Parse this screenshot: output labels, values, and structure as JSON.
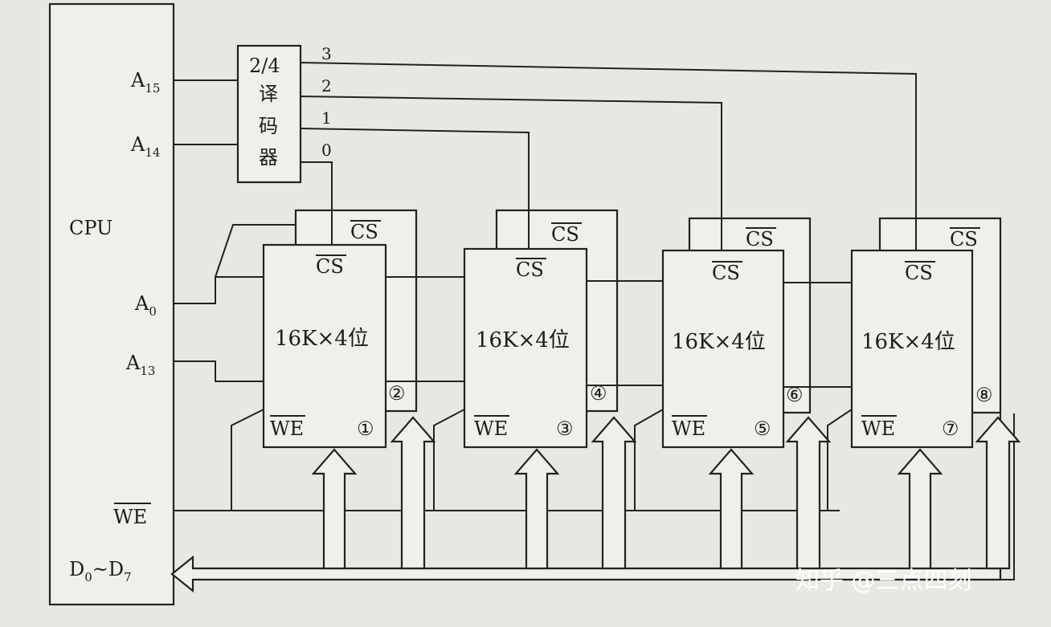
{
  "cpu": {
    "title": "CPU",
    "pins": {
      "a15": {
        "base": "A",
        "sub": "15"
      },
      "a14": {
        "base": "A",
        "sub": "14"
      },
      "a0": {
        "base": "A",
        "sub": "0"
      },
      "a13": {
        "base": "A",
        "sub": "13"
      },
      "we": "WE",
      "data": {
        "p1": "D",
        "s1": "0",
        "sep": "~",
        "p2": "D",
        "s2": "7"
      }
    }
  },
  "decoder": {
    "line1": "2/4",
    "line2": "译",
    "line3": "码",
    "line4": "器",
    "outputs": [
      "3",
      "2",
      "1",
      "0"
    ]
  },
  "chips": [
    {
      "pair_cs": "CS",
      "chip_cs": "CS",
      "capacity": "16K×4位",
      "we": "WE",
      "left_index": "①",
      "right_index": "②"
    },
    {
      "pair_cs": "CS",
      "chip_cs": "CS",
      "capacity": "16K×4位",
      "we": "WE",
      "left_index": "③",
      "right_index": "④"
    },
    {
      "pair_cs": "CS",
      "chip_cs": "CS",
      "capacity": "16K×4位",
      "we": "WE",
      "left_index": "⑤",
      "right_index": "⑥"
    },
    {
      "pair_cs": "CS",
      "chip_cs": "CS",
      "capacity": "16K×4位",
      "we": "WE",
      "left_index": "⑦",
      "right_index": "⑧"
    }
  ],
  "watermark": "知乎 @三点四刻"
}
